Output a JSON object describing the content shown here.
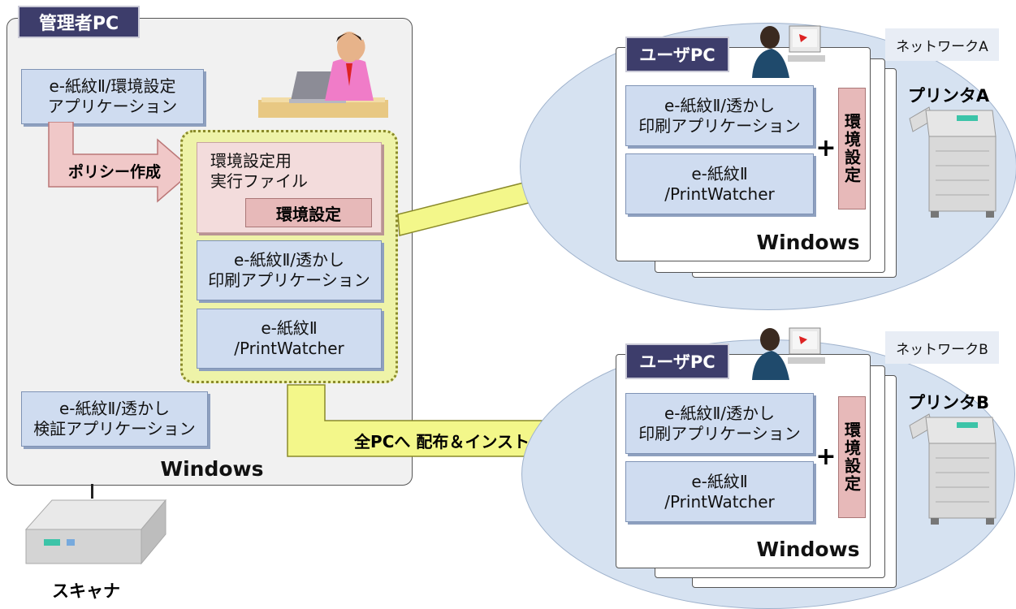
{
  "admin": {
    "tag": "管理者PC",
    "config_app": {
      "line1": "e-紙紋Ⅱ/環境設定",
      "line2": "アプリケーション"
    },
    "policy_label": "ポリシー作成",
    "exe": {
      "line1": "環境設定用",
      "line2": "実行ファイル",
      "settings": "環境設定"
    },
    "watermark_app": {
      "line1": "e-紙紋Ⅱ/透かし",
      "line2": "印刷アプリケーション"
    },
    "watcher": {
      "line1": "e-紙紋Ⅱ",
      "line2": "/PrintWatcher"
    },
    "verify_app": {
      "line1": "e-紙紋Ⅱ/透かし",
      "line2": "検証アプリケーション"
    },
    "os": "Windows"
  },
  "scanner_label": "スキャナ",
  "distribute_label": "全PCへ 配布＆インストール",
  "networks": [
    {
      "net_label": "ネットワークA",
      "user_tag": "ユーザPC",
      "printer_label": "プリンタA",
      "watermark_app": {
        "line1": "e-紙紋Ⅱ/透かし",
        "line2": "印刷アプリケーション"
      },
      "watcher": {
        "line1": "e-紙紋Ⅱ",
        "line2": "/PrintWatcher"
      },
      "plus": "+",
      "settings": "環境設定",
      "os": "Windows"
    },
    {
      "net_label": "ネットワークB",
      "user_tag": "ユーザPC",
      "printer_label": "プリンタB",
      "watermark_app": {
        "line1": "e-紙紋Ⅱ/透かし",
        "line2": "印刷アプリケーション"
      },
      "watcher": {
        "line1": "e-紙紋Ⅱ",
        "line2": "/PrintWatcher"
      },
      "plus": "+",
      "settings": "環境設定",
      "os": "Windows"
    }
  ],
  "colors": {
    "tag_bg": "#3d3d6b",
    "app_box": "#cfdcf0",
    "pink_box": "#f3dcdc",
    "arrow_yellow": "#f3f78a",
    "network_ellipse": "#d6e2f1"
  }
}
